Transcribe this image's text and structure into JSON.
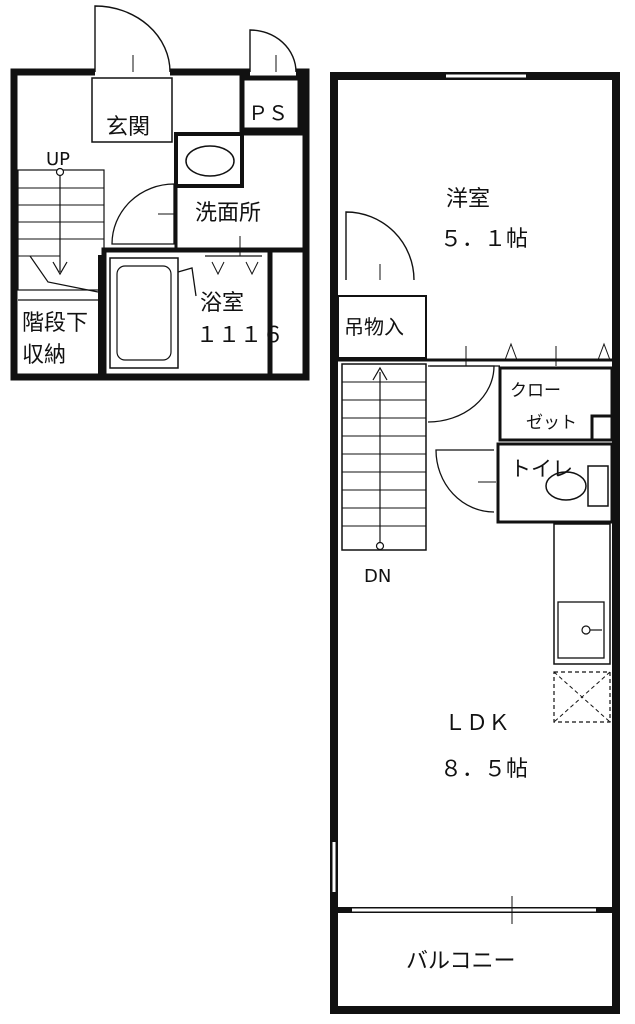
{
  "floor1": {
    "entrance": "玄関",
    "ps": "ＰＳ",
    "washroom": "洗面所",
    "bathroom": "浴室",
    "bath_size": "１１１６",
    "stairs_up": "UP",
    "under_stair_storage_1": "階段下",
    "under_stair_storage_2": "収納"
  },
  "floor2": {
    "western_room": "洋室",
    "western_size": "５．１帖",
    "hanging_storage": "吊物入",
    "closet_1": "クロー",
    "closet_2": "ゼット",
    "toilet": "トイレ",
    "stairs_down": "DN",
    "ldk": "ＬＤＫ",
    "ldk_size": "８．５帖",
    "balcony": "バルコニー"
  }
}
